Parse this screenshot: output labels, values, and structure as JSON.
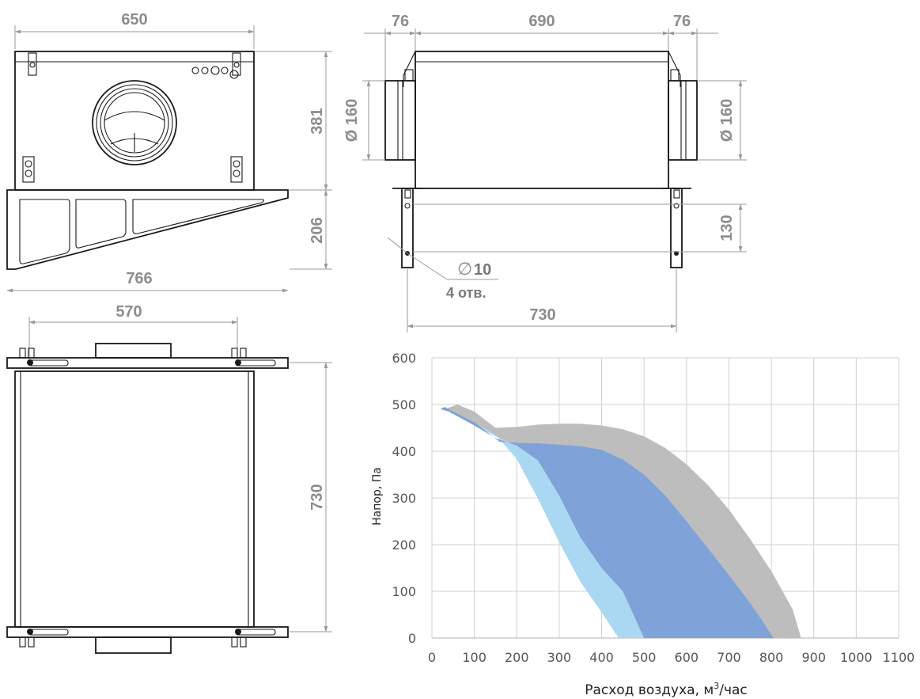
{
  "dimensions": {
    "front_width": "650",
    "front_height": "381",
    "bracket_height": "206",
    "bracket_width": "766",
    "top_mount_spacing": "570",
    "top_length": "730",
    "side_spigot_left": "76",
    "side_body": "690",
    "side_spigot_right": "76",
    "side_diameter_left": "Ø 160",
    "side_diameter_right": "Ø 160",
    "side_bracket_drop": "130",
    "hole_diameter": "10",
    "hole_diameter_symbol": "∅",
    "hole_count": "4 отв.",
    "side_mount_spacing": "730"
  },
  "chart_data": {
    "type": "area",
    "ylabel": "Напор, Па",
    "xlabel_main": "Расход воздуха, м",
    "xlabel_sup": "3",
    "xlabel_tail": "/час",
    "xlim": [
      0,
      1100
    ],
    "ylim": [
      0,
      600
    ],
    "x_ticks": [
      "0",
      "100",
      "200",
      "300",
      "400",
      "500",
      "600",
      "700",
      "800",
      "900",
      "1000",
      "1100"
    ],
    "y_ticks": [
      "0",
      "100",
      "200",
      "300",
      "400",
      "500",
      "600"
    ],
    "grid": true,
    "colors": {
      "gray": "#bdbdbd",
      "light_blue": "#aad8f2",
      "blue": "#7fa3d8"
    },
    "series": [
      {
        "color_key": "gray",
        "upper": [
          [
            30,
            490
          ],
          [
            60,
            500
          ],
          [
            100,
            485
          ],
          [
            150,
            450
          ],
          [
            200,
            452
          ],
          [
            250,
            457
          ],
          [
            300,
            459
          ],
          [
            350,
            459
          ],
          [
            400,
            455
          ],
          [
            450,
            447
          ],
          [
            500,
            432
          ],
          [
            550,
            407
          ],
          [
            600,
            372
          ],
          [
            650,
            328
          ],
          [
            700,
            275
          ],
          [
            750,
            212
          ],
          [
            800,
            143
          ],
          [
            850,
            62
          ],
          [
            870,
            0
          ]
        ],
        "lower": [
          [
            30,
            490
          ],
          [
            50,
            480
          ],
          [
            100,
            456
          ],
          [
            150,
            432
          ],
          [
            200,
            410
          ],
          [
            250,
            345
          ],
          [
            300,
            255
          ],
          [
            350,
            170
          ],
          [
            400,
            92
          ],
          [
            430,
            45
          ],
          [
            455,
            0
          ]
        ]
      },
      {
        "color_key": "light_blue",
        "upper": [
          [
            0,
            500
          ],
          [
            20,
            490
          ],
          [
            50,
            480
          ],
          [
            100,
            456
          ],
          [
            150,
            432
          ],
          [
            200,
            412
          ],
          [
            250,
            394
          ],
          [
            300,
            372
          ],
          [
            350,
            346
          ],
          [
            400,
            312
          ],
          [
            450,
            258
          ],
          [
            500,
            190
          ],
          [
            550,
            115
          ],
          [
            600,
            50
          ],
          [
            630,
            0
          ]
        ],
        "lower": [
          [
            0,
            500
          ],
          [
            20,
            490
          ],
          [
            60,
            476
          ],
          [
            100,
            460
          ],
          [
            150,
            436
          ],
          [
            200,
            383
          ],
          [
            250,
            298
          ],
          [
            300,
            205
          ],
          [
            350,
            120
          ],
          [
            400,
            55
          ],
          [
            440,
            0
          ]
        ]
      },
      {
        "color_key": "blue",
        "upper": [
          [
            0,
            500
          ],
          [
            10,
            495
          ],
          [
            20,
            490
          ],
          [
            30,
            495
          ],
          [
            50,
            485
          ],
          [
            100,
            462
          ],
          [
            160,
            420
          ],
          [
            200,
            418
          ],
          [
            250,
            417
          ],
          [
            300,
            414
          ],
          [
            350,
            411
          ],
          [
            400,
            403
          ],
          [
            450,
            382
          ],
          [
            500,
            350
          ],
          [
            550,
            305
          ],
          [
            600,
            250
          ],
          [
            650,
            193
          ],
          [
            700,
            135
          ],
          [
            750,
            75
          ],
          [
            780,
            35
          ],
          [
            805,
            0
          ]
        ],
        "lower": [
          [
            0,
            500
          ],
          [
            20,
            490
          ],
          [
            40,
            485
          ],
          [
            100,
            455
          ],
          [
            150,
            428
          ],
          [
            200,
            412
          ],
          [
            250,
            380
          ],
          [
            300,
            305
          ],
          [
            350,
            215
          ],
          [
            400,
            150
          ],
          [
            450,
            100
          ],
          [
            500,
            0
          ]
        ]
      }
    ]
  }
}
